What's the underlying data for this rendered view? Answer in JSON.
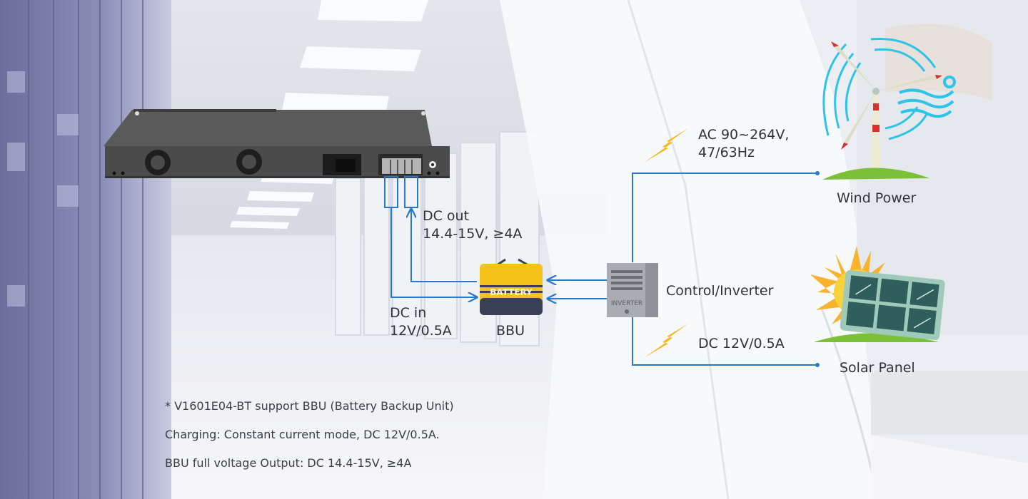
{
  "diagram": {
    "title": "V1601E04-BT BBU power connection diagram",
    "device": {
      "name": "switch-rear-panel",
      "ports": [
        "fan",
        "fan",
        "ac-inlet",
        "dc-terminal-block",
        "ground"
      ]
    },
    "labels": {
      "dc_out_line1": "DC out",
      "dc_out_line2": "14.4-15V, ≥4A",
      "dc_in_line1": "DC in",
      "dc_in_line2": "12V/0.5A",
      "bbu": "BBU",
      "battery_text": "BATTERY",
      "inverter_text": "INVERTER",
      "control_inverter": "Control/Inverter",
      "ac_line1": "AC 90~264V,",
      "ac_line2": "47/63Hz",
      "dc_solar": "DC 12V/0.5A",
      "wind_power": "Wind Power",
      "solar_panel": "Solar Panel"
    },
    "notes": [
      "* V1601E04-BT support BBU (Battery Backup Unit)",
      "Charging:  Constant current mode, DC 12V/0.5A.",
      "BBU full voltage Output: DC 14.4-15V, ≥4A"
    ],
    "colors": {
      "wire": "#2a78c8",
      "bolt": "#f5b820",
      "battery_yellow": "#f2c21a",
      "battery_dark": "#3a3f58",
      "device_body": "#4a4a4a",
      "grass": "#7cc03a",
      "wind_arcs": "#2ec4e8",
      "panel_cell": "#2f5e5c"
    }
  }
}
